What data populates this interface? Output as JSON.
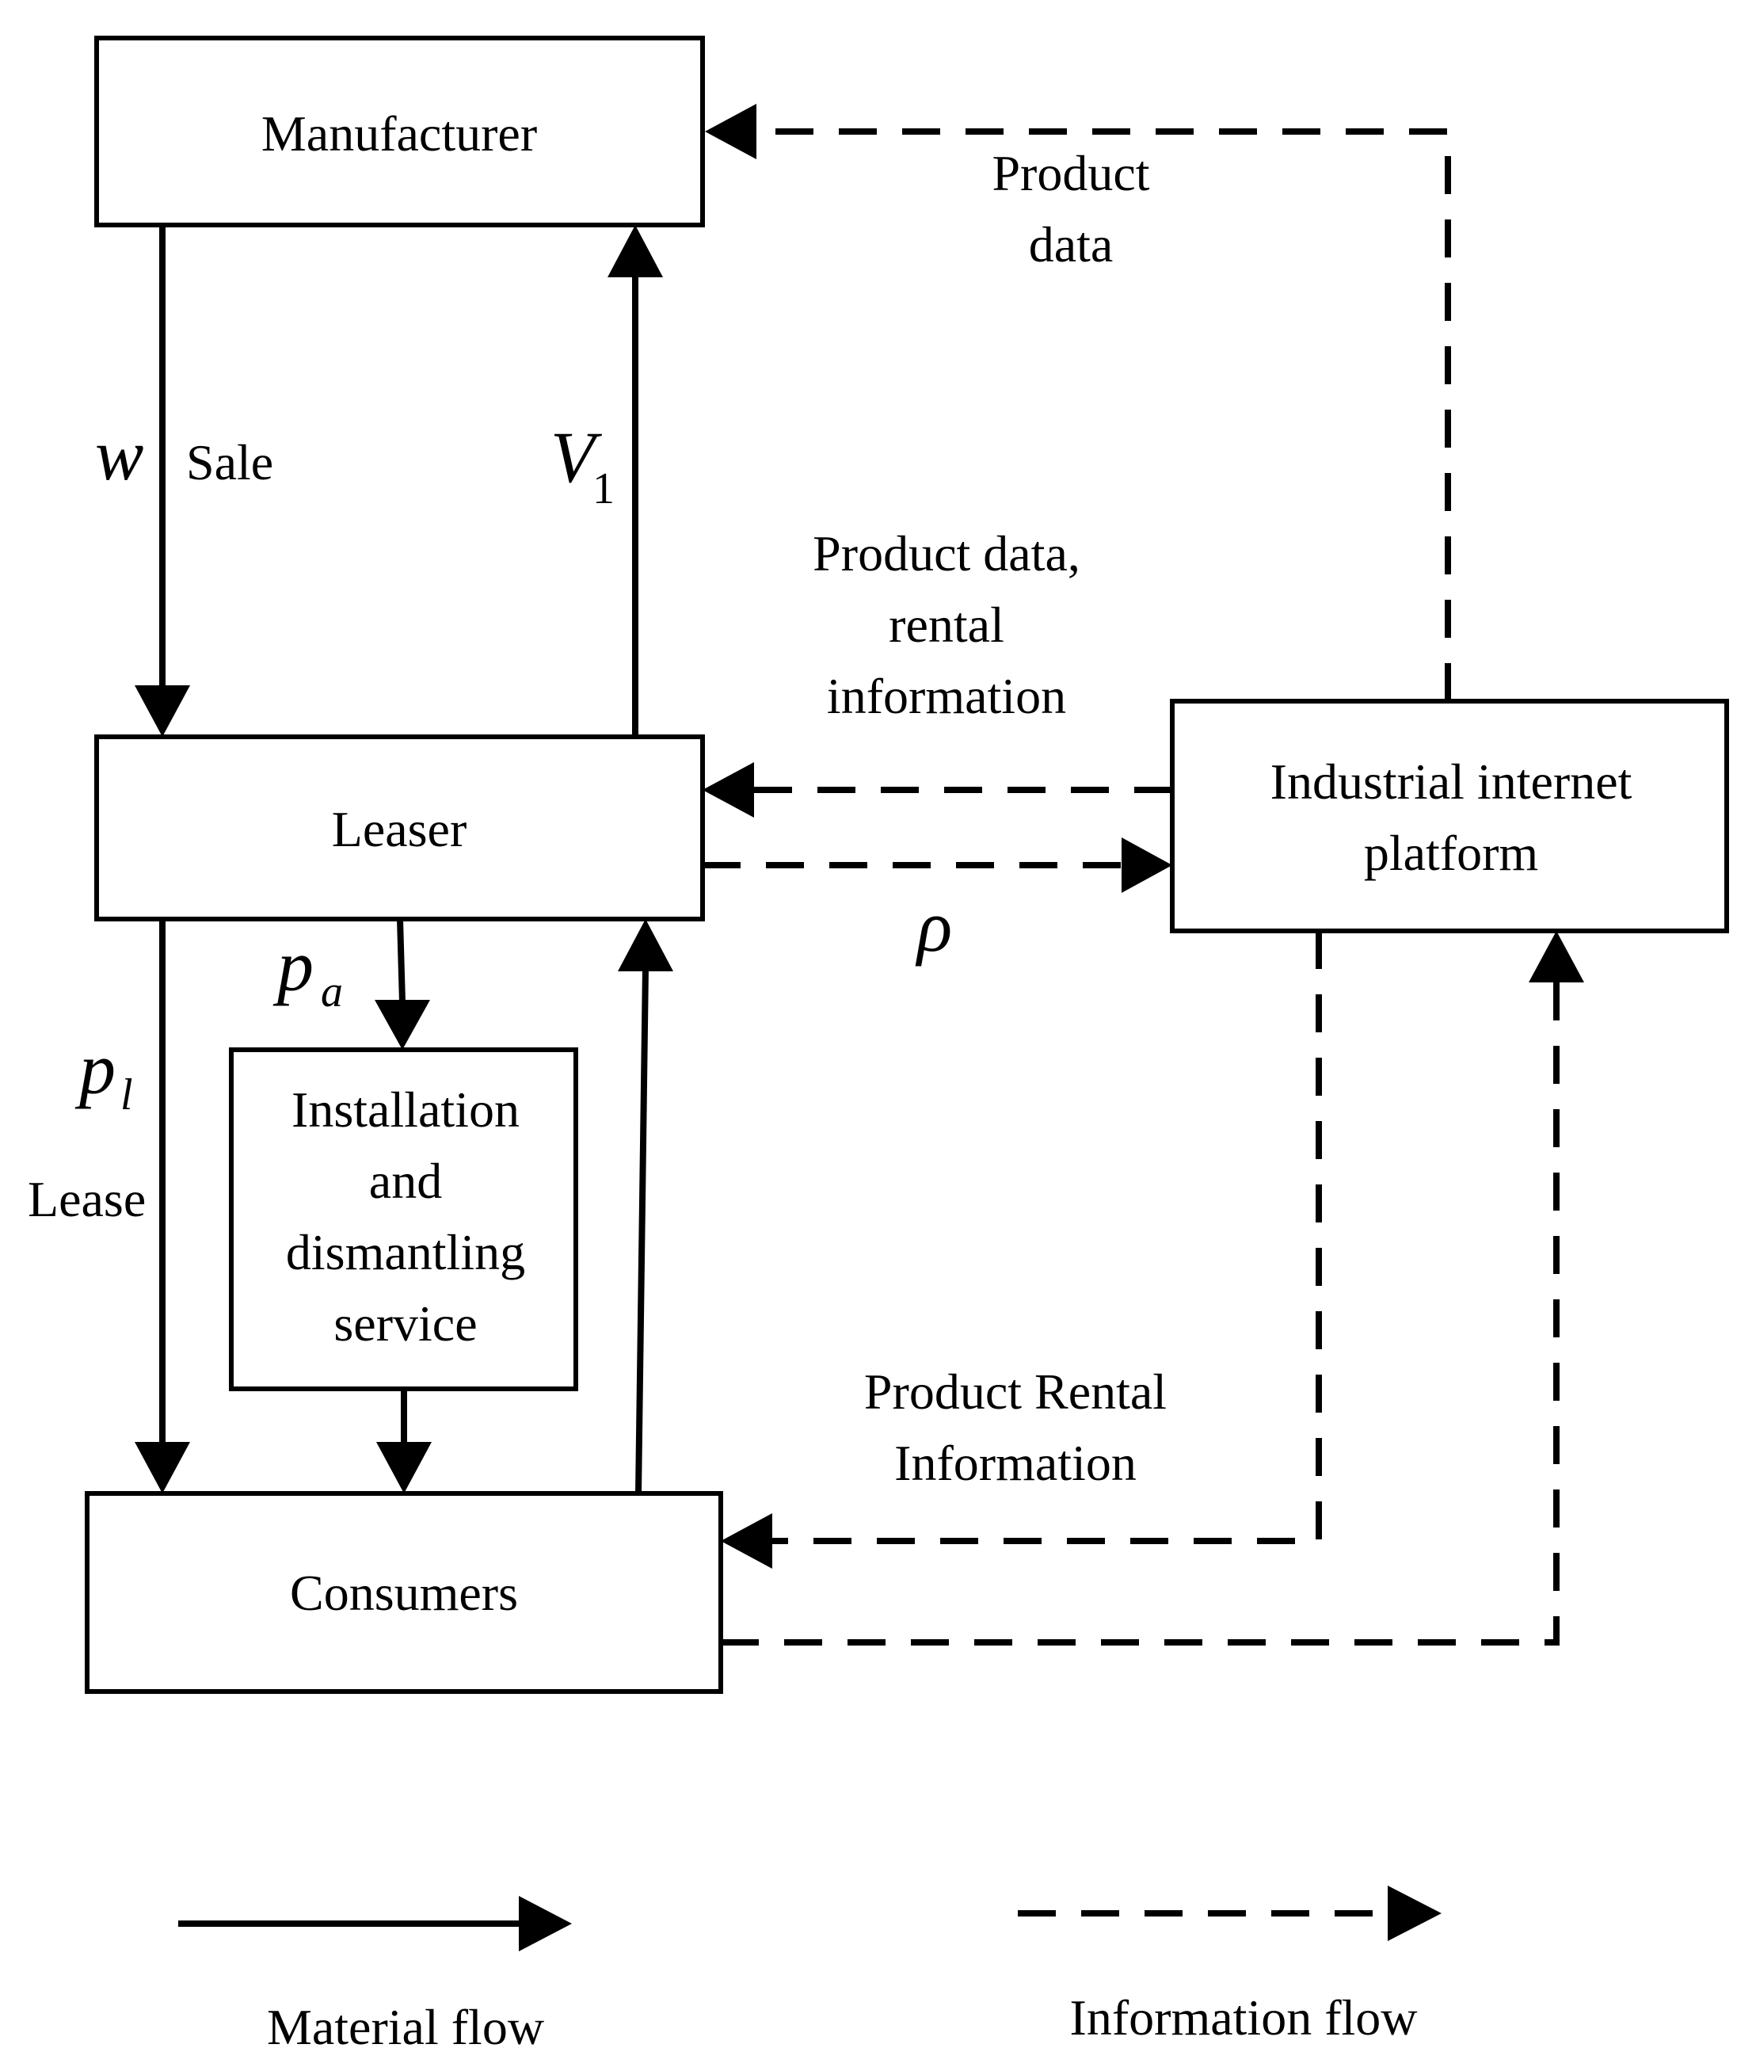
{
  "nodes": {
    "manufacturer": "Manufacturer",
    "leaser": "Leaser",
    "consumers": "Consumers",
    "platform": [
      "Industrial internet",
      "platform"
    ],
    "service": [
      "Installation",
      "and",
      "dismantling",
      "service"
    ]
  },
  "labels": {
    "sale": "Sale",
    "lease": "Lease",
    "product_data": [
      "Product",
      "data"
    ],
    "product_data_rental": [
      "Product data,",
      "rental",
      "information"
    ],
    "product_rental_info": [
      "Product Rental",
      "Information"
    ]
  },
  "variables": {
    "w": "w",
    "v": "V",
    "v_sub": "1",
    "rho": "ρ",
    "pa": "p",
    "pa_sub": "a",
    "pl": "p",
    "pl_sub": "l"
  },
  "legend": {
    "material": "Material flow",
    "information": "Information flow"
  }
}
